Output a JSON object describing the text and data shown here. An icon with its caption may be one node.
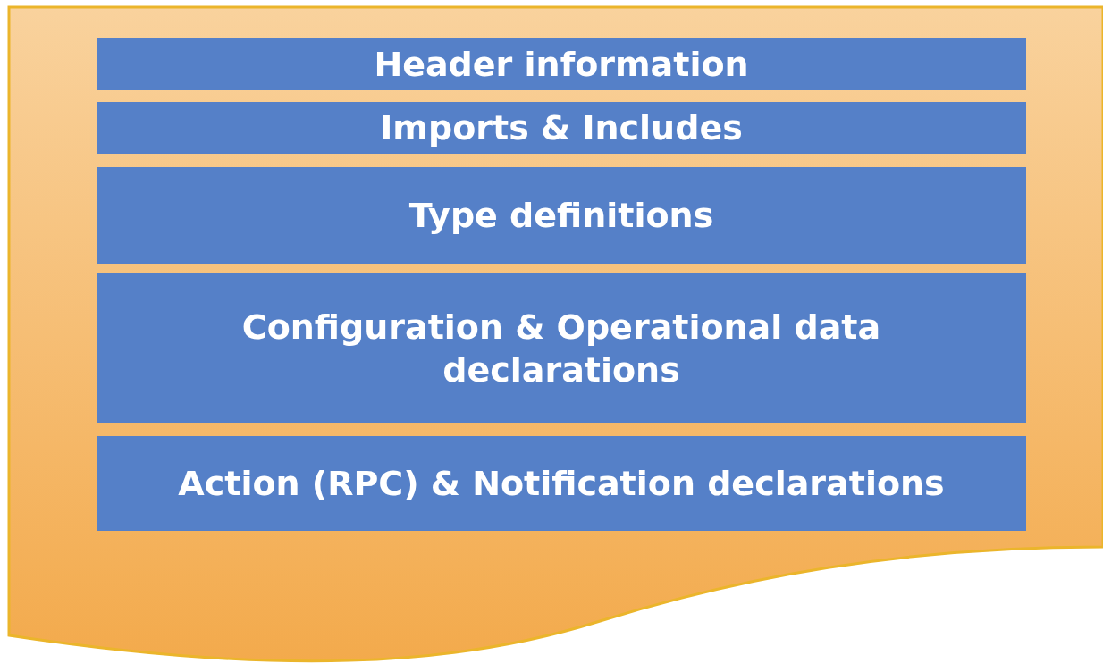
{
  "diagram": {
    "nodes": [
      {
        "text": [],
        "shape": "document"
      },
      {
        "text": [
          "Header information"
        ],
        "in": 0
      },
      {
        "text": [
          "Imports & Includes"
        ],
        "in": 0
      },
      {
        "text": [
          "Type definitions"
        ],
        "in": 0
      },
      {
        "text": [
          "Configuration & Operational data declarations"
        ],
        "in": 0
      },
      {
        "text": [
          "Action (RPC) & Notification declarations"
        ],
        "in": 0
      }
    ]
  }
}
